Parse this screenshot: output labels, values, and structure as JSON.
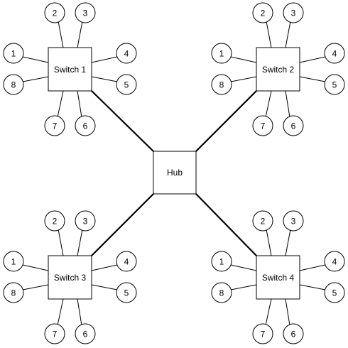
{
  "hub": {
    "label": "Hub"
  },
  "switches": [
    {
      "label": "Switch 1",
      "ports": [
        "1",
        "2",
        "3",
        "4",
        "5",
        "6",
        "7",
        "8"
      ]
    },
    {
      "label": "Switch 2",
      "ports": [
        "1",
        "2",
        "3",
        "4",
        "5",
        "6",
        "7",
        "8"
      ]
    },
    {
      "label": "Switch 3",
      "ports": [
        "1",
        "2",
        "3",
        "4",
        "5",
        "6",
        "7",
        "8"
      ]
    },
    {
      "label": "Switch 4",
      "ports": [
        "1",
        "2",
        "3",
        "4",
        "5",
        "6",
        "7",
        "8"
      ]
    }
  ],
  "colors": {
    "line": "#000000",
    "fill": "#ffffff"
  }
}
